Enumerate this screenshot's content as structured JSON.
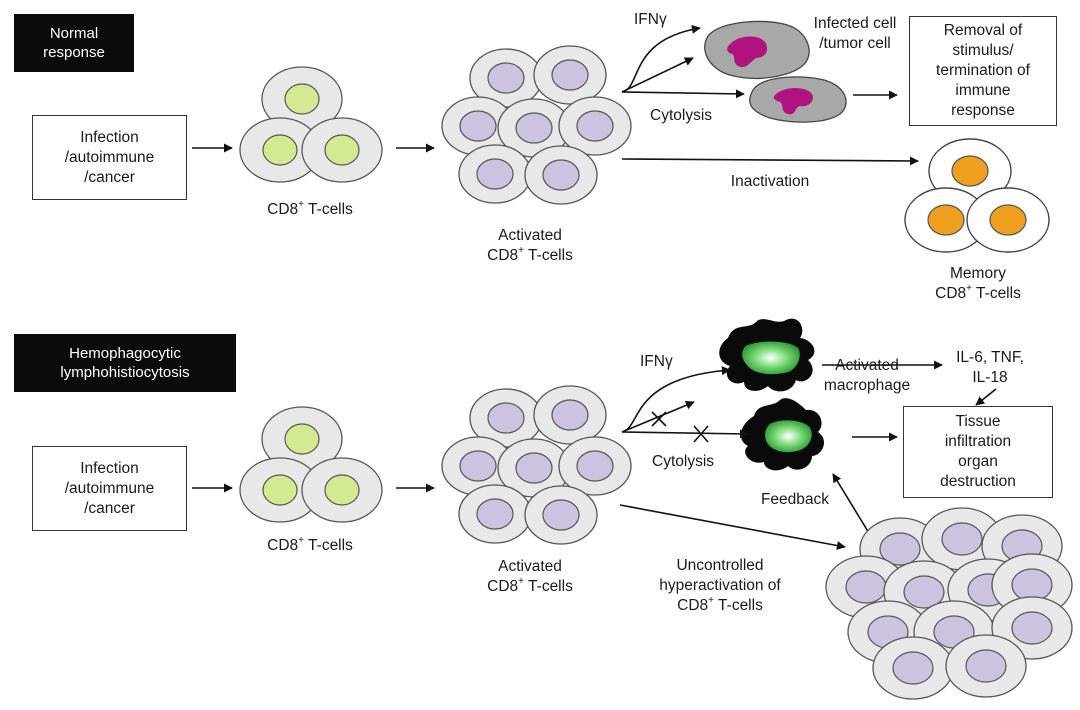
{
  "top": {
    "section_tag": [
      "Normal",
      "response"
    ],
    "input_box": [
      "Infection",
      "/autoimmune",
      "/cancer"
    ],
    "tcells_label": {
      "pre": "CD8",
      "sup": "+",
      "post": " T-cells"
    },
    "activated_label": {
      "line1": "Activated",
      "pre": "CD8",
      "sup": "+",
      "post": " T-cells"
    },
    "ifn_label": "IFNγ",
    "cytolysis_label": "Cytolysis",
    "infected_label": [
      "Infected cell",
      "/tumor cell"
    ],
    "removal_box": [
      "Removal of",
      "stimulus/",
      "termination of",
      "immune",
      "response"
    ],
    "inactivation_label": "Inactivation",
    "memory_label": {
      "line1": "Memory",
      "pre": "CD8",
      "sup": "+",
      "post": " T-cells"
    }
  },
  "bottom": {
    "section_tag": [
      "Hemophagocytic",
      "lymphohistiocytosis"
    ],
    "input_box": [
      "Infection",
      "/autoimmune",
      "/cancer"
    ],
    "tcells_label": {
      "pre": "CD8",
      "sup": "+",
      "post": " T-cells"
    },
    "activated_label": {
      "line1": "Activated",
      "pre": "CD8",
      "sup": "+",
      "post": " T-cells"
    },
    "ifn_label": "IFNγ",
    "cytolysis_label": "Cytolysis",
    "macrophage_label": [
      "Activated",
      "macrophage"
    ],
    "cytokines_label": [
      "IL-6, TNF,",
      "IL-18"
    ],
    "tissue_box": [
      "Tissue",
      "infiltration",
      "organ",
      "destruction"
    ],
    "feedback_label": "Feedback",
    "uncontrolled_label": {
      "line1": "Uncontrolled",
      "line2": "hyperactivation of",
      "pre": "CD8",
      "sup": "+",
      "post": " T-cells"
    }
  },
  "colors": {
    "cell_outer": "#e8e8e8",
    "tcell_nucleus": "#d4ea92",
    "activated_nucleus": "#cdc3e0",
    "memory_nucleus": "#ee9f1e",
    "infected_body": "#a8a8a8",
    "infected_nucleus": "#b0137f",
    "macrophage_body": "#0a0a0a",
    "macrophage_nucleus": "#6fcf6a"
  }
}
